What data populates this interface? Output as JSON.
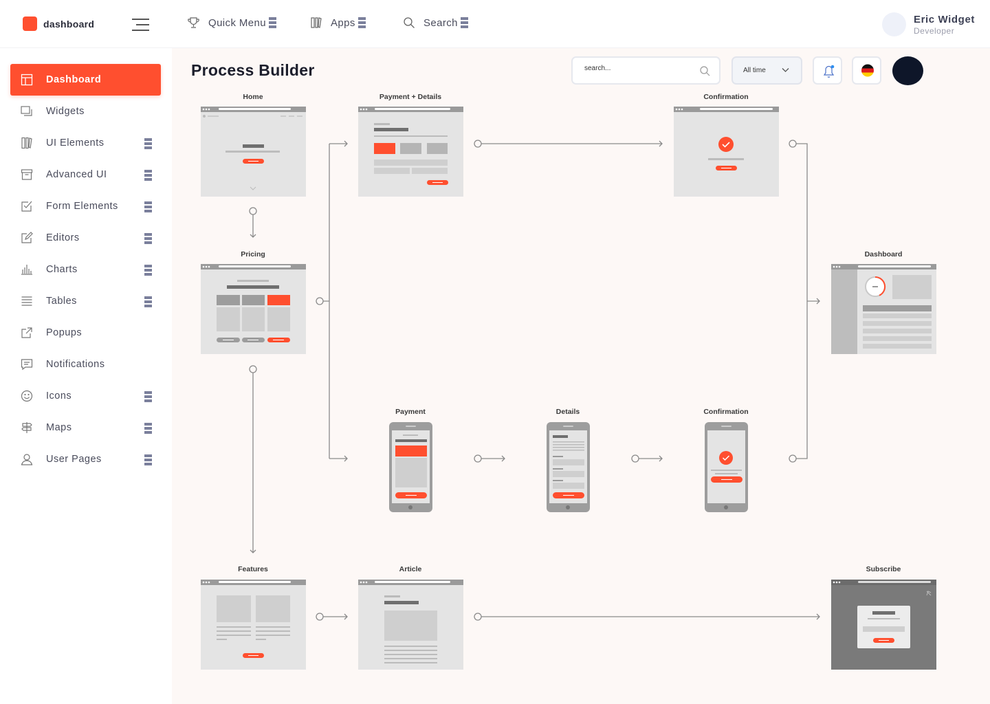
{
  "brand": {
    "name": "dashboard"
  },
  "topnav": {
    "items": [
      {
        "label": "Quick Menu",
        "icon": "trophy-icon"
      },
      {
        "label": "Apps",
        "icon": "apps-icon"
      },
      {
        "label": "Search",
        "icon": "search-icon"
      }
    ]
  },
  "profile": {
    "name": "Eric Widget",
    "role": "Developer"
  },
  "sidebar": {
    "items": [
      {
        "label": "Dashboard",
        "active": true,
        "chip": false
      },
      {
        "label": "Widgets",
        "chip": false
      },
      {
        "label": "UI Elements",
        "chip": true
      },
      {
        "label": "Advanced UI",
        "chip": true
      },
      {
        "label": "Form Elements",
        "chip": true
      },
      {
        "label": "Editors",
        "chip": true
      },
      {
        "label": "Charts",
        "chip": true
      },
      {
        "label": "Tables",
        "chip": true
      },
      {
        "label": "Popups",
        "chip": false
      },
      {
        "label": "Notifications",
        "chip": false
      },
      {
        "label": "Icons",
        "chip": true
      },
      {
        "label": "Maps",
        "chip": true
      },
      {
        "label": "User Pages",
        "chip": true
      }
    ]
  },
  "main": {
    "title": "Process Builder",
    "search": {
      "placeholder": "search..."
    },
    "time_filter": "All time"
  },
  "flow": {
    "screens": {
      "home": "Home",
      "payment_details": "Payment + Details",
      "confirmation_top": "Confirmation",
      "pricing": "Pricing",
      "dashboard": "Dashboard",
      "payment": "Payment",
      "details": "Details",
      "confirmation_mobile": "Confirmation",
      "features": "Features",
      "article": "Article",
      "subscribe": "Subscribe"
    }
  },
  "colors": {
    "accent": "#ff4f2f",
    "dark": "#0e1629",
    "wire": "#e4e4e4",
    "wire_dark": "#7a7a7a",
    "connector": "#8a8a8a"
  }
}
